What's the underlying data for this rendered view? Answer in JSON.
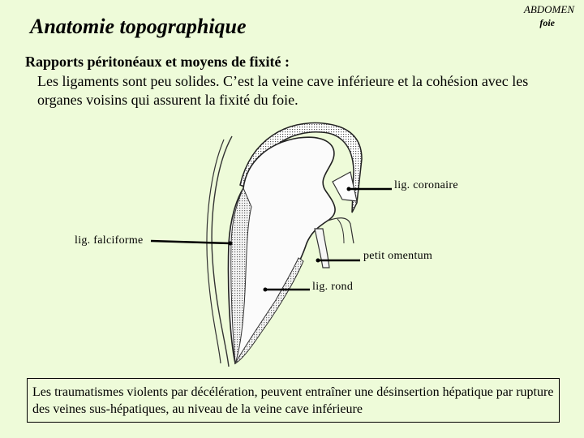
{
  "header": {
    "title": "Anatomie topographique",
    "section": "ABDOMEN",
    "subsection": "foie"
  },
  "content": {
    "heading": "Rapports péritonéaux et moyens de fixité :",
    "paragraph": "Les ligaments sont peu solides. C’est la veine cave inférieure et la cohésion avec les organes voisins qui assurent la fixité du foie."
  },
  "diagram": {
    "labels": {
      "coronaire": "lig. coronaire",
      "falciforme": "lig. falciforme",
      "omentum": "petit omentum",
      "rond": "lig. rond"
    }
  },
  "note": {
    "text": "Les traumatismes violents par décélération, peuvent entraîner une désinsertion hépatique par rupture des veines sus-hépatiques, au niveau de la veine cave inférieure"
  }
}
